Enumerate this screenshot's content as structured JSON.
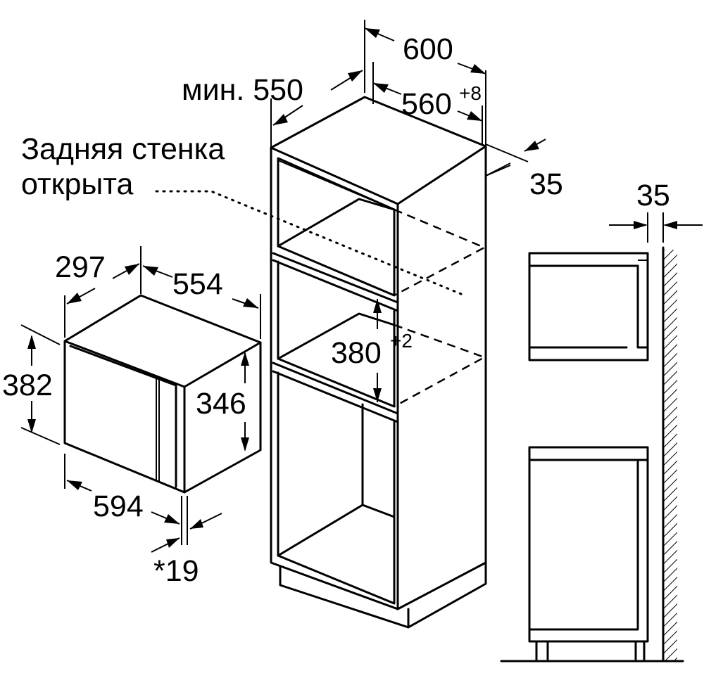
{
  "labels": {
    "depth_min": "мин. 550",
    "width_outer": "600",
    "width_inner": "560",
    "width_inner_tol": "+8",
    "back_gap": "35",
    "back_open_line1": "Задняя стенка",
    "back_open_line2": "открыта",
    "mw_depth": "297",
    "mw_width_top": "554",
    "mw_height_outer": "382",
    "mw_height_inner": "346",
    "mw_width_bottom": "594",
    "mw_door_offset": "*19",
    "niche_height": "380",
    "niche_height_tol": "+2",
    "side_gap": "35"
  },
  "colors": {
    "ink": "#000000",
    "paper": "#ffffff"
  }
}
